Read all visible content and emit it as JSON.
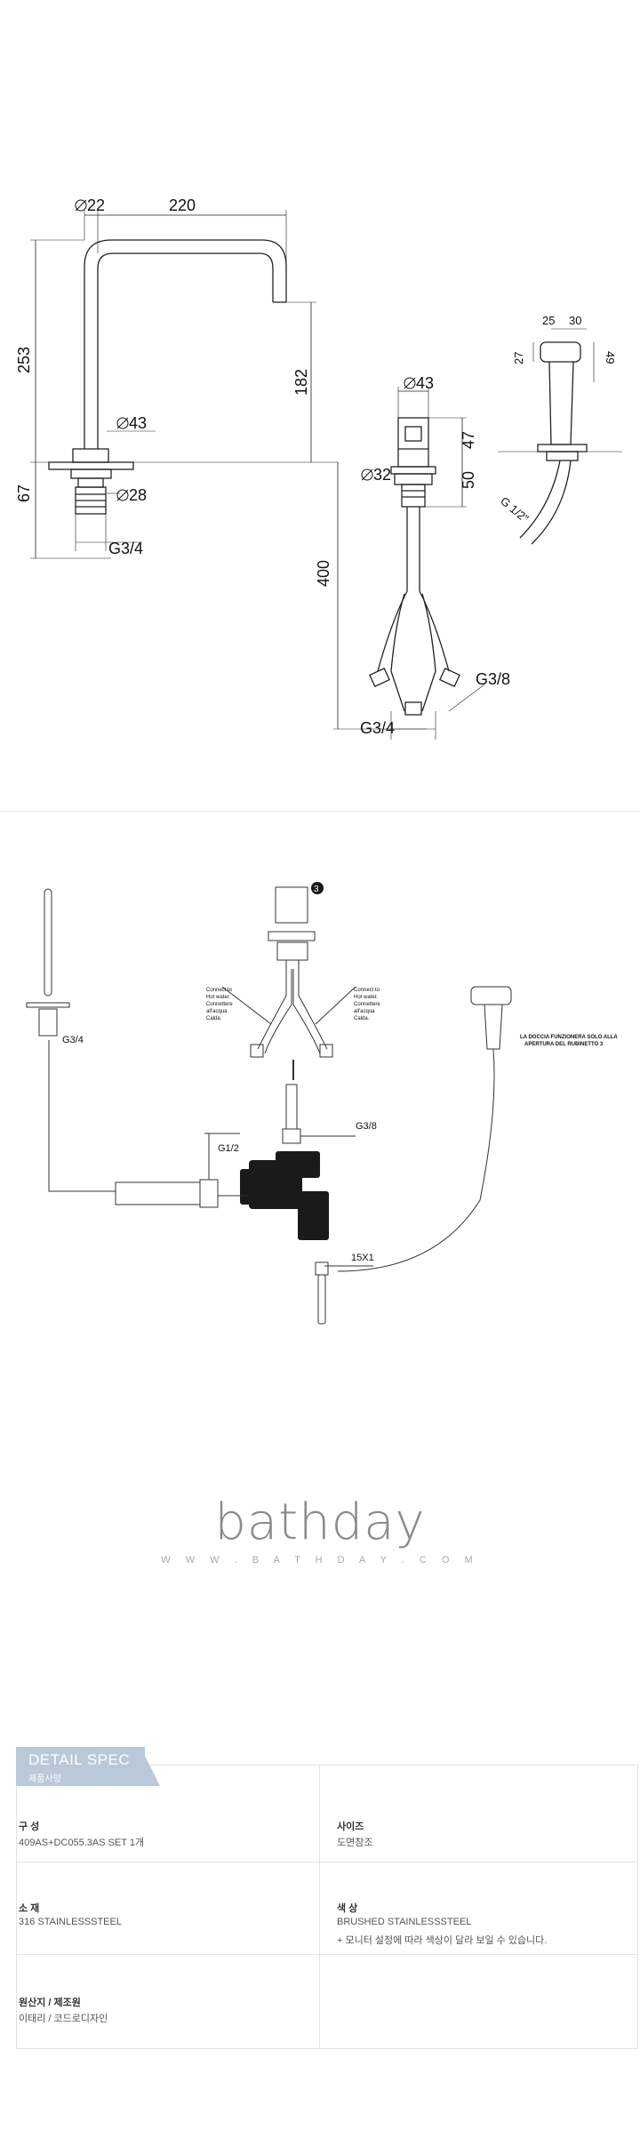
{
  "drawing_dims": {
    "phi22": "22",
    "w220": "220",
    "h253": "253",
    "h182": "182",
    "phi43a": "43",
    "h67": "67",
    "phi28": "28",
    "g34a": "G3/4",
    "phi43b": "43",
    "h47": "47",
    "phi32": "32",
    "h50": "50",
    "h400": "400",
    "g38a": "G3/8",
    "g34b": "G3/4",
    "d25": "25",
    "d30": "30",
    "phi27": "27",
    "d49": "49",
    "g12a": "G 1/2\""
  },
  "exploded": {
    "g34": "G3/4",
    "g38": "G3/8",
    "g12": "G1/2",
    "x15": "15X1",
    "step": "3",
    "left_note": [
      "Connect to",
      "Hot water.",
      "Connettere",
      "all'acqua",
      "Calda."
    ],
    "right_note": [
      "Connect to",
      "Hot water.",
      "Connettere",
      "all'acqua",
      "Calda."
    ],
    "doccia_note": [
      "LA DOCCIA FUNZIONERA SOLO ALLA",
      "APERTURA DEL RUBINETTO 3"
    ]
  },
  "brand": {
    "logo": "bathday",
    "url": "W W W . B A T H D A Y . C O M"
  },
  "spec": {
    "tab_title": "DETAIL SPEC",
    "tab_sub": "제품사양",
    "composition_label": "구 성",
    "composition_value": "409AS+DC055.3AS SET 1개",
    "size_label": "사이즈",
    "size_value": "도면참조",
    "material_label": "소 재",
    "material_value": "316 STAINLESSSTEEL",
    "color_label": "색 상",
    "color_value": "BRUSHED STAINLESSSTEEL",
    "color_note": "+ 모니터 설정에 따라 색상이 달라 보일 수 있습니다.",
    "origin_label": "원산지 / 제조원",
    "origin_value": "이태리 / 코드로디자인"
  },
  "colors": {
    "spec_tab": "#b9c9d9",
    "line": "#222222",
    "logo": "#8a8a8a"
  }
}
